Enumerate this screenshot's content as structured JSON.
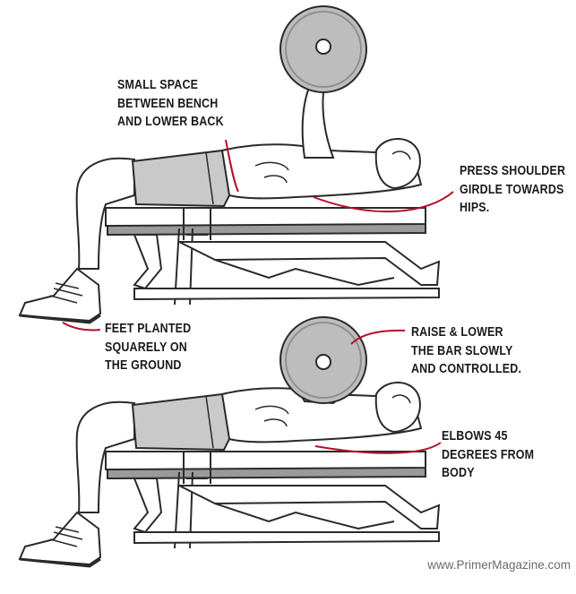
{
  "annotations": {
    "small_space": [
      "SMALL SPACE",
      "BETWEEN BENCH",
      "AND LOWER BACK"
    ],
    "press_shoulder": [
      "PRESS SHOULDER",
      "GIRDLE TOWARDS",
      "HIPS."
    ],
    "feet_planted": [
      "FEET PLANTED",
      "SQUARELY ON",
      "THE GROUND"
    ],
    "raise_lower": [
      "RAISE & LOWER",
      "THE BAR SLOWLY",
      "AND CONTROLLED."
    ],
    "elbows": [
      "ELBOWS 45",
      "DEGREES FROM",
      "BODY"
    ]
  },
  "credit": "www.PrimerMagazine.com",
  "colors": {
    "line_art": "#2a2a2a",
    "shorts": "#c9c9c9",
    "plate": "#bdbdbd",
    "bench_pad": "#8c8c8c",
    "annotation_line": "#b3102a"
  }
}
